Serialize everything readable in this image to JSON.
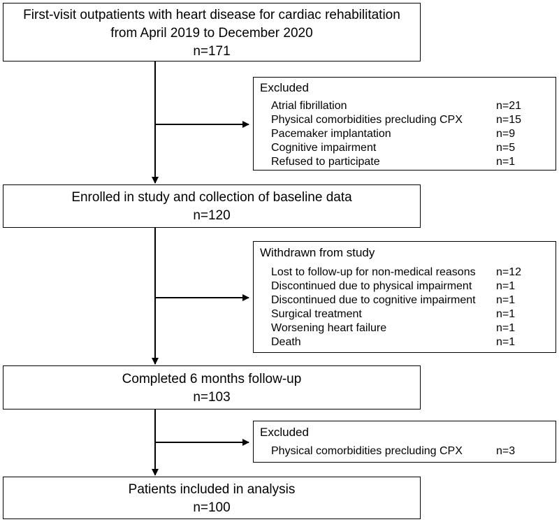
{
  "boxes": {
    "b1": {
      "line1": "First-visit outpatients with heart disease for cardiac rehabilitation",
      "line2": "from April 2019 to December 2020",
      "n": "n=171"
    },
    "b2": {
      "line1": "Enrolled in study and collection of baseline data",
      "n": "n=120"
    },
    "b3": {
      "line1": "Completed 6 months follow-up",
      "n": "n=103"
    },
    "b4": {
      "line1": "Patients included in analysis",
      "n": "n=100"
    }
  },
  "excluded1": {
    "title": "Excluded",
    "items": [
      {
        "label": "Atrial fibrillation",
        "count": "n=21"
      },
      {
        "label": "Physical comorbidities precluding CPX",
        "count": "n=15"
      },
      {
        "label": "Pacemaker implantation",
        "count": "n=9"
      },
      {
        "label": "Cognitive impairment",
        "count": "n=5"
      },
      {
        "label": "Refused to participate",
        "count": "n=1"
      }
    ]
  },
  "withdrawn": {
    "title": "Withdrawn from study",
    "items": [
      {
        "label": "Lost to follow-up for non-medical reasons",
        "count": "n=12"
      },
      {
        "label": "Discontinued due to physical impairment",
        "count": "n=1"
      },
      {
        "label": "Discontinued due to cognitive impairment",
        "count": "n=1"
      },
      {
        "label": "Surgical treatment",
        "count": "n=1"
      },
      {
        "label": "Worsening heart failure",
        "count": "n=1"
      },
      {
        "label": "Death",
        "count": "n=1"
      }
    ]
  },
  "excluded2": {
    "title": "Excluded",
    "items": [
      {
        "label": "Physical comorbidities precluding CPX",
        "count": "n=3"
      }
    ]
  }
}
